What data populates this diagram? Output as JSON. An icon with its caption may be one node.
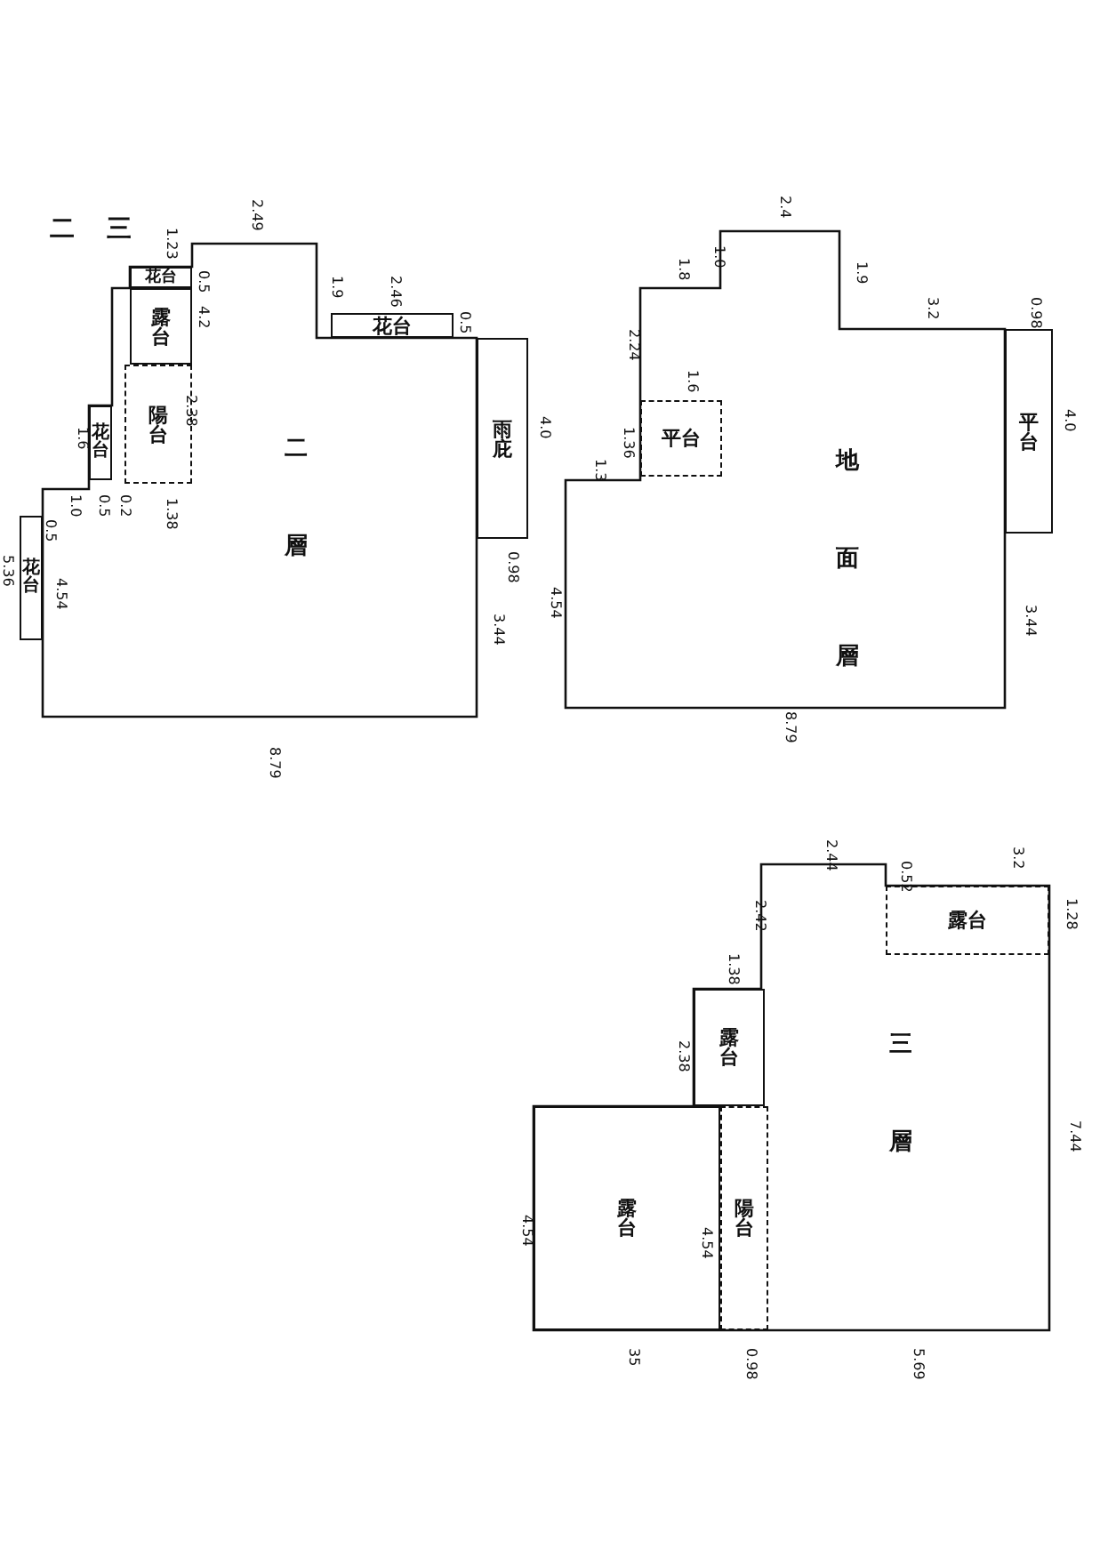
{
  "diagram": {
    "nodes": [
      {
        "text": [
          "二層"
        ]
      },
      {
        "text": [
          "花台"
        ]
      },
      {
        "text": [
          "花台"
        ],
        "in": 0
      },
      {
        "text": [
          "陽台"
        ],
        "in": 0
      },
      {
        "text": [
          "露台"
        ],
        "in": 0
      },
      {
        "text": [
          "花台"
        ],
        "in": 0
      },
      {
        "text": [
          "花台"
        ]
      },
      {
        "text": [
          "雨庇"
        ]
      },
      {
        "text": [
          "地面層"
        ]
      },
      {
        "text": [
          "平台"
        ],
        "in": 8
      },
      {
        "text": [
          "平台"
        ]
      },
      {
        "text": [
          "三層"
        ]
      },
      {
        "text": [
          "露台"
        ],
        "in": 11
      },
      {
        "text": [
          "露台"
        ],
        "in": 11
      },
      {
        "text": [
          "露台"
        ],
        "in": 11
      },
      {
        "text": [
          "陽台"
        ],
        "in": 11
      }
    ],
    "labels": [
      "二",
      "三",
      "5.36",
      "4.54",
      "0.5",
      "1.0",
      "1.6",
      "0.5",
      "0.2",
      "1.38",
      "2.38",
      "4.2",
      "0.5",
      "1.23",
      "2.49",
      "1.9",
      "2.46",
      "0.5",
      "4.0",
      "0.98",
      "3.44",
      "8.79",
      "2.4",
      "1.8",
      "1.0",
      "2.24",
      "1.6",
      "1.36",
      "1.3",
      "4.54",
      "8.79",
      "1.9",
      "3.2",
      "0.98",
      "4.0",
      "3.44",
      "2.44",
      "0.52",
      "3.2",
      "2.42",
      "1.28",
      "1.38",
      "2.38",
      "4.54",
      "4.54",
      "7.44",
      "35",
      "0.98",
      "5.69"
    ]
  }
}
